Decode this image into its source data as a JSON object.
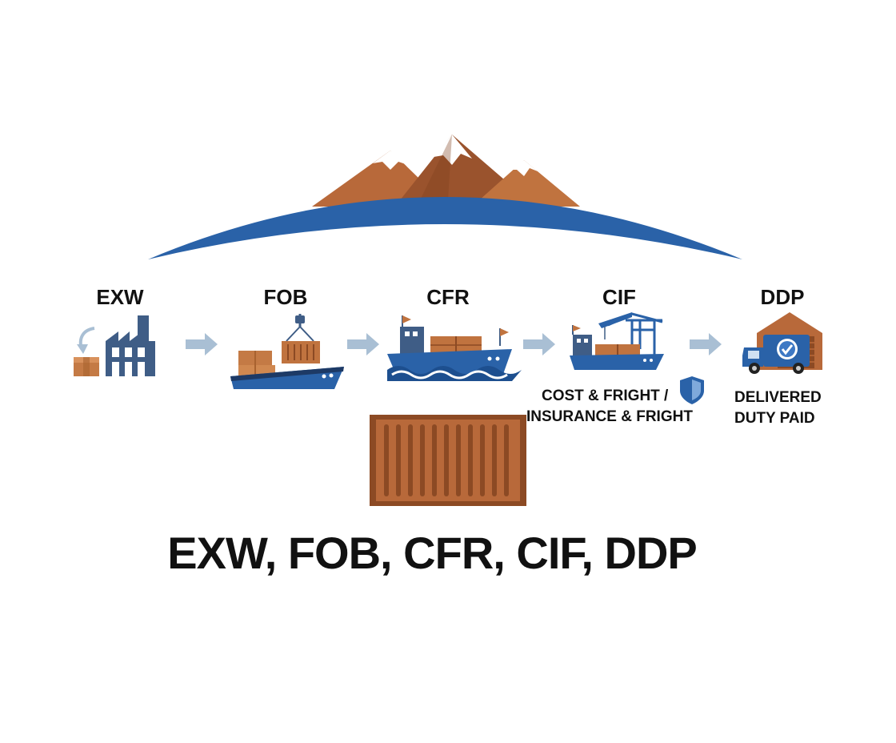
{
  "stages": [
    {
      "code": "EXW",
      "icon": "factory-icon"
    },
    {
      "code": "FOB",
      "icon": "crane-ship-icon"
    },
    {
      "code": "CFR",
      "icon": "cargo-ship-icon"
    },
    {
      "code": "CIF",
      "icon": "port-crane-ship-icon"
    },
    {
      "code": "DDP",
      "icon": "delivery-truck-icon"
    }
  ],
  "cif_note": {
    "line1": "COST & FRIGHT /",
    "line2": "INSURANCE & FRIGHT",
    "icon": "shield-icon"
  },
  "ddp_note": {
    "line1": "DELIVERED",
    "line2": "DUTY PAID"
  },
  "headline": "EXW, FOB, CFR, CIF, DDP",
  "colors": {
    "brown": "#b8693a",
    "brown_dark": "#8c4a24",
    "blue": "#2a62a8",
    "blue_dark": "#1d4f8f",
    "slate": "#3f5d86",
    "arrow": "#a9bfd4",
    "snow": "#ffffff"
  }
}
